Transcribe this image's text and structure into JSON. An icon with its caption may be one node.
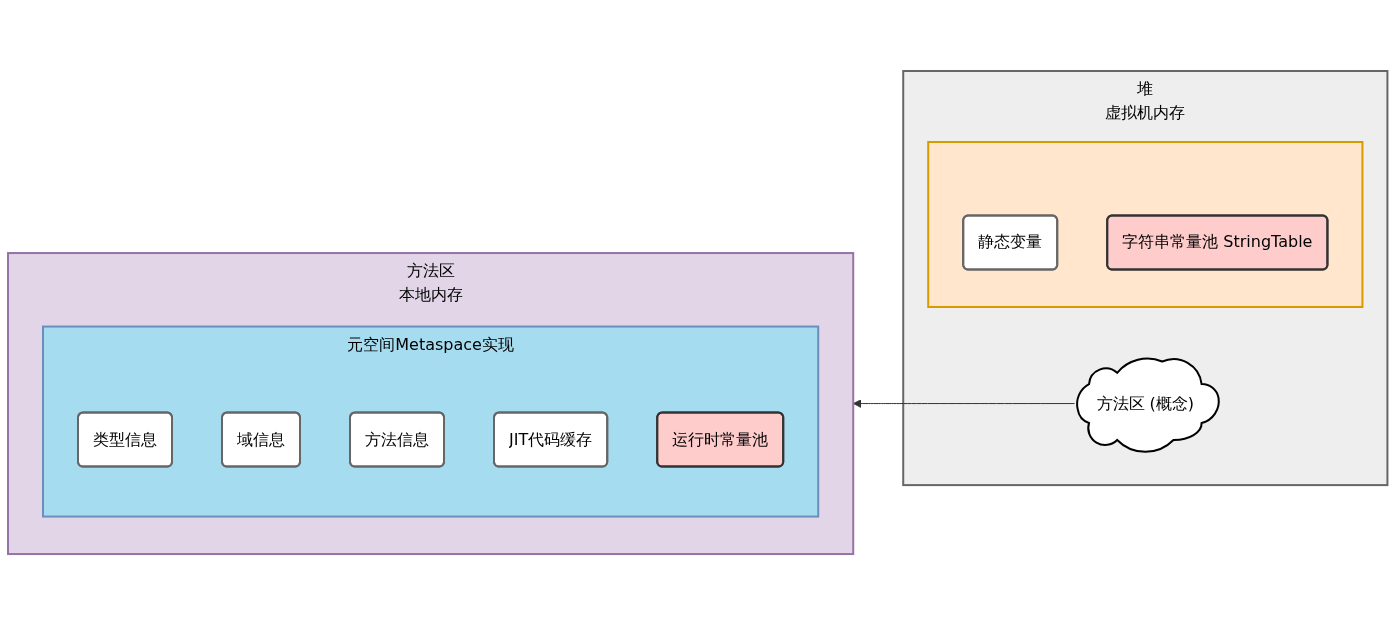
{
  "diagram": {
    "nodes": [
      {
        "text": [
          "方法区",
          "本地内存"
        ]
      },
      {
        "text": [
          "元空间Metaspace实现"
        ],
        "in": 0
      },
      {
        "text": [
          "类型信息"
        ],
        "in": 1
      },
      {
        "text": [
          "域信息"
        ],
        "in": 1
      },
      {
        "text": [
          "方法信息"
        ],
        "in": 1
      },
      {
        "text": [
          "JIT代码缓存"
        ],
        "in": 1
      },
      {
        "text": [
          "运行时常量池"
        ],
        "in": 1
      },
      {
        "text": [
          "堆",
          "虚拟机内存"
        ]
      },
      {
        "text": [],
        "shape": "box",
        "in": 7
      },
      {
        "text": [
          "静态变量"
        ],
        "in": 8
      },
      {
        "text": [
          "字符串常量池 StringTable"
        ],
        "in": 8
      },
      {
        "text": [
          "方法区 (概念)"
        ],
        "in": 7
      }
    ],
    "edges": [
      {
        "from": 11,
        "to": 0,
        "arrow": "to"
      }
    ]
  }
}
